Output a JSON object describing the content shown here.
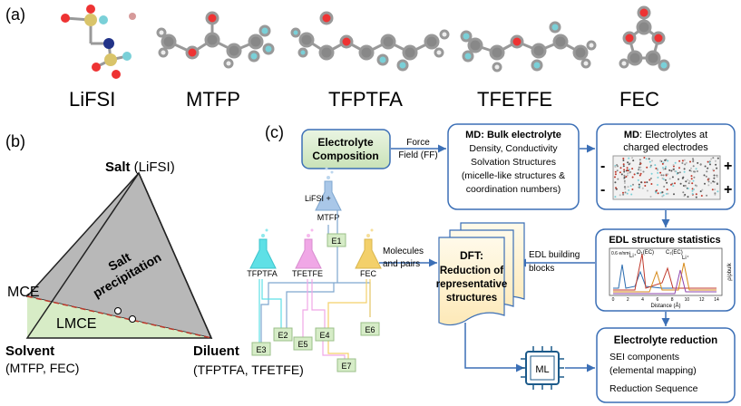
{
  "panel_a": {
    "label": "(a)",
    "molecules": [
      "LiFSI",
      "MTFP",
      "TFPTFA",
      "TFETFE",
      "FEC"
    ]
  },
  "panel_b": {
    "label": "(b)",
    "top_bold": "Salt",
    "top_rest": " (LiFSI)",
    "region_line1": "Salt",
    "region_line2": "precipitation",
    "mce": "MCE",
    "lmce": "LMCE",
    "left_bold": "Solvent",
    "left_rest": "(MTFP, FEC)",
    "right_bold": "Diluent",
    "right_rest": "(TFPTFA, TFETFE)"
  },
  "panel_c": {
    "label": "(c)",
    "composition_line1": "Electrolyte",
    "composition_line2": "Composition",
    "ff_line1": "Force",
    "ff_line2": "Field (FF)",
    "md_bulk": {
      "title_bold": "MD: Bulk electrolyte",
      "lines": [
        "Density, Conductivity",
        "Solvation Structures",
        "(micelle-like structures &",
        "coordination numbers)"
      ]
    },
    "md_charged": {
      "title_bold": "MD",
      "title_rest": ": Electrolytes at",
      "line2": "charged electrodes",
      "minus": "-",
      "plus": "+"
    },
    "edl": {
      "title": "EDL structure statistics",
      "xlabel": "Distance (Å)",
      "ylabel": "ρ/ρbulk",
      "ticks": [
        "0",
        "2",
        "4",
        "6",
        "8",
        "10",
        "12",
        "14"
      ],
      "series": [
        "Li⁺",
        "O₁(EC)",
        "C₁(EC)",
        "Li⁺"
      ],
      "scale": "0.6 e/nm²"
    },
    "dft": {
      "title": "DFT:",
      "lines": [
        "Reduction of",
        "representative",
        "structures"
      ]
    },
    "molecules_pairs": [
      "Molecules",
      "and pairs"
    ],
    "edl_blocks": [
      "EDL building",
      "blocks"
    ],
    "ml": "ML",
    "reduction": {
      "title": "Electrolyte reduction",
      "lines": [
        "SEI components",
        "(elemental mapping)",
        "Reduction Sequence"
      ]
    },
    "flasks": {
      "lifsi_plus": "LiFSI +",
      "mtfp": "MTFP",
      "tfptfa": "TFPTFA",
      "tfetfe": "TFETFE",
      "fec": "FEC"
    },
    "mixtures": [
      "E1",
      "E2",
      "E3",
      "E4",
      "E5",
      "E6",
      "E7"
    ]
  }
}
